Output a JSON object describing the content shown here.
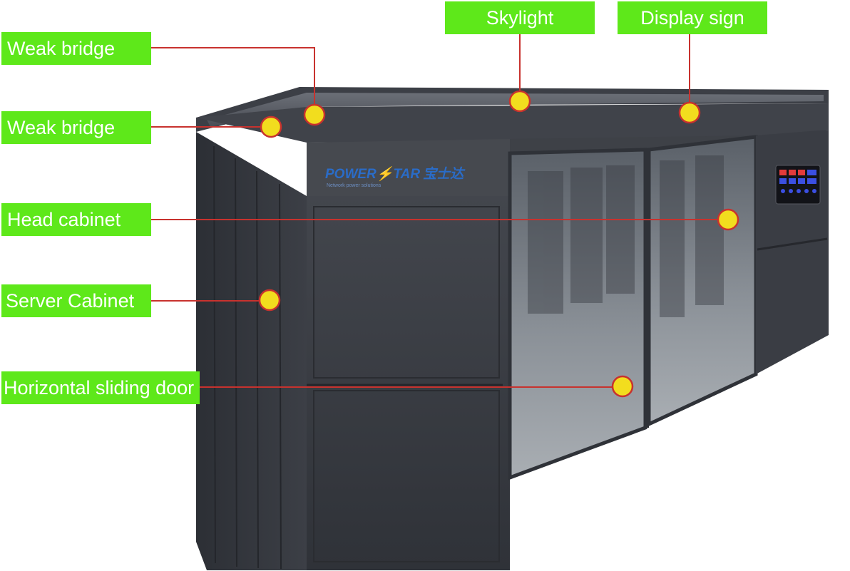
{
  "callouts": {
    "weak_bridge_top": "Weak bridge",
    "weak_bridge_left": "Weak bridge",
    "head_cabinet": "Head cabinet",
    "server_cabinet": "Server Cabinet",
    "horizontal_sliding_door": "Horizontal sliding door",
    "skylight": "Skylight",
    "display_sign": "Display sign"
  },
  "logo": {
    "brand_left": "POWER",
    "brand_right": "TAR",
    "chinese": "宝士达",
    "tagline": "Network power solutions"
  },
  "colors": {
    "label_bg": "#5ee81a",
    "label_text": "#ffffff",
    "leader_line": "#c8322e",
    "marker_fill": "#f2dd1e",
    "marker_stroke": "#c8322e",
    "cabinet_body": "#3a3d44",
    "logo_blue": "#2a6cc8"
  }
}
